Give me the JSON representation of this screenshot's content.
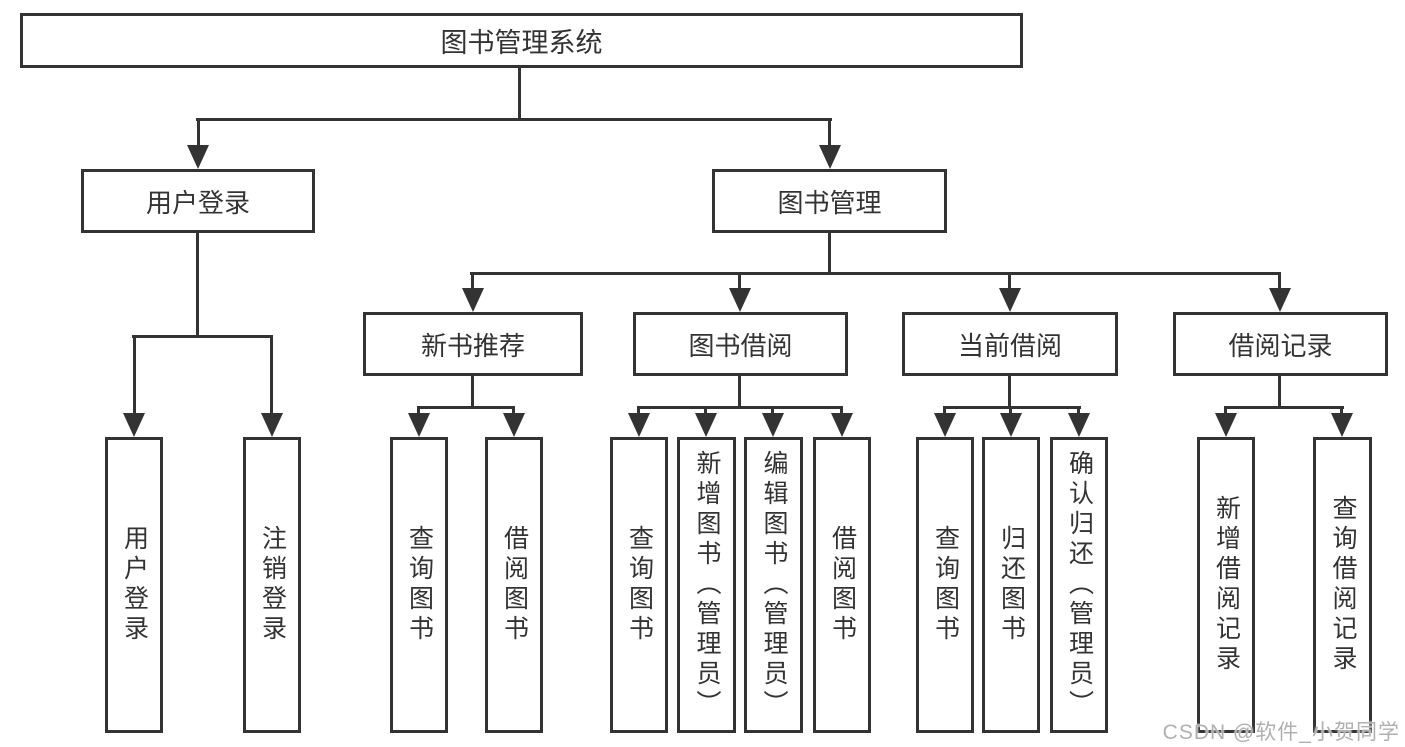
{
  "diagram": {
    "colors": {
      "line": "#333333",
      "text": "#333333",
      "watermark": "#b0b0b0",
      "background": "#ffffff"
    },
    "root": {
      "label": "图书管理系统"
    },
    "branches": {
      "user_login": {
        "label": "用户登录"
      },
      "book_management": {
        "label": "图书管理"
      }
    },
    "modules": {
      "new_book_recommend": {
        "label": "新书推荐"
      },
      "book_borrow": {
        "label": "图书借阅"
      },
      "current_borrow": {
        "label": "当前借阅"
      },
      "borrow_records": {
        "label": "借阅记录"
      }
    },
    "leaves": {
      "user_login": "用户登录",
      "logout": "注销登录",
      "recommend_query": "查询图书",
      "recommend_borrow": "借阅图书",
      "borrow_query": "查询图书",
      "borrow_add": "新增图书（管理员）",
      "borrow_edit": "编辑图书（管理员）",
      "borrow_lend": "借阅图书",
      "current_query": "查询图书",
      "current_return": "归还图书",
      "current_confirm": "确认归还（管理员）",
      "records_add": "新增借阅记录",
      "records_query": "查询借阅记录"
    },
    "watermark": "CSDN @软件_小贺同学"
  }
}
